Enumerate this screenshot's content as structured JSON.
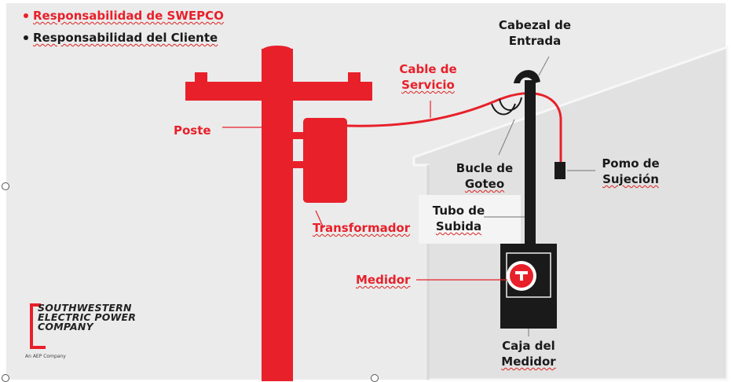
{
  "legend": {
    "swepco": "Responsabilidad de SWEPCO",
    "cliente": "Responsabilidad del Cliente"
  },
  "labels": {
    "cabezal_line1": "Cabezal de",
    "cabezal_line2": "Entrada",
    "cable_line1": "Cable de",
    "cable_line2": "Servicio",
    "poste": "Poste",
    "bucle_line1": "Bucle de",
    "bucle_line2": "Goteo",
    "pomo_line1": "Pomo de",
    "pomo_line2": "Sujeción",
    "tubo_line1": "Tubo de",
    "tubo_line2": "Subida",
    "transformador": "Transformador",
    "medidor": "Medidor",
    "caja_line1": "Caja del",
    "caja_line2": "Medidor"
  },
  "logo": {
    "line1": "SOUTHWESTERN",
    "line2": "ELECTRIC POWER",
    "line3": "COMPANY",
    "sub": "An AEP Company"
  },
  "colors": {
    "swepco_red": "#e8202a",
    "customer_black": "#1a1a1a",
    "background": "#ebebeb",
    "house": "#e0e0e0"
  }
}
